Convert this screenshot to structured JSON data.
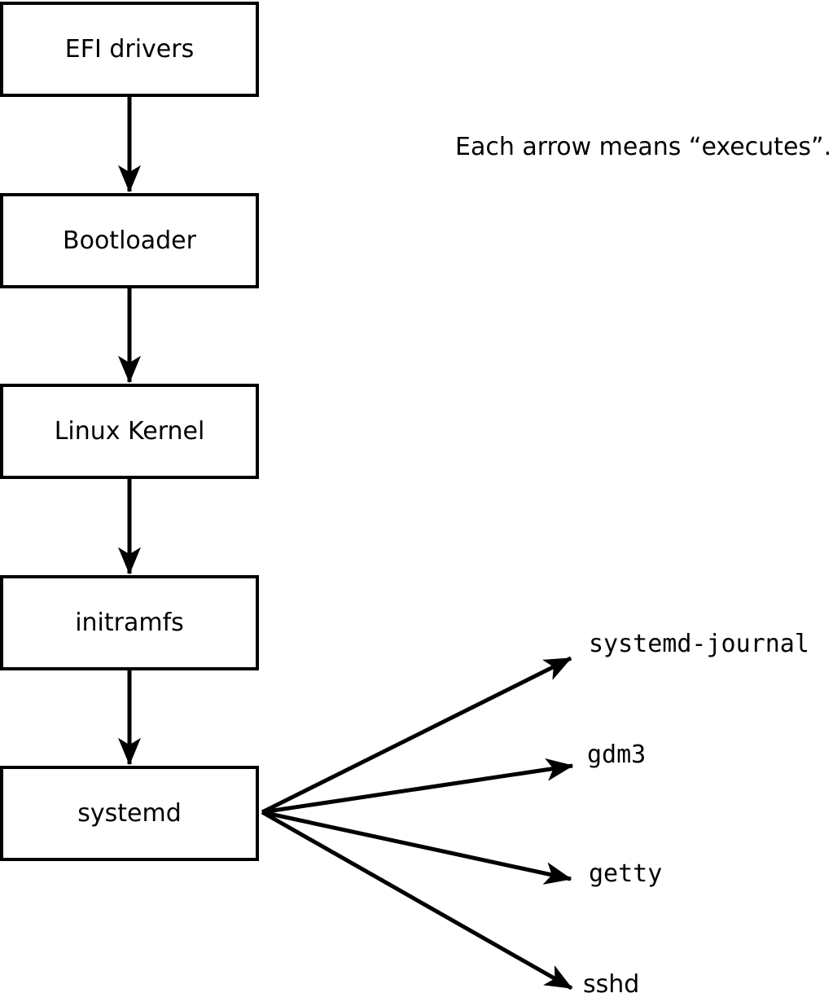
{
  "note": "Each arrow means “executes”.",
  "chain": [
    {
      "label": "EFI drivers"
    },
    {
      "label": "Bootloader"
    },
    {
      "label": "Linux Kernel"
    },
    {
      "label": "initramfs"
    },
    {
      "label": "systemd"
    }
  ],
  "services": [
    {
      "label": "systemd-journal"
    },
    {
      "label": "gdm3"
    },
    {
      "label": "getty"
    },
    {
      "label": "sshd"
    }
  ],
  "colors": {
    "line": "#000000",
    "text": "#000000",
    "box_fill": "#ffffff",
    "background": "#ffffff"
  }
}
